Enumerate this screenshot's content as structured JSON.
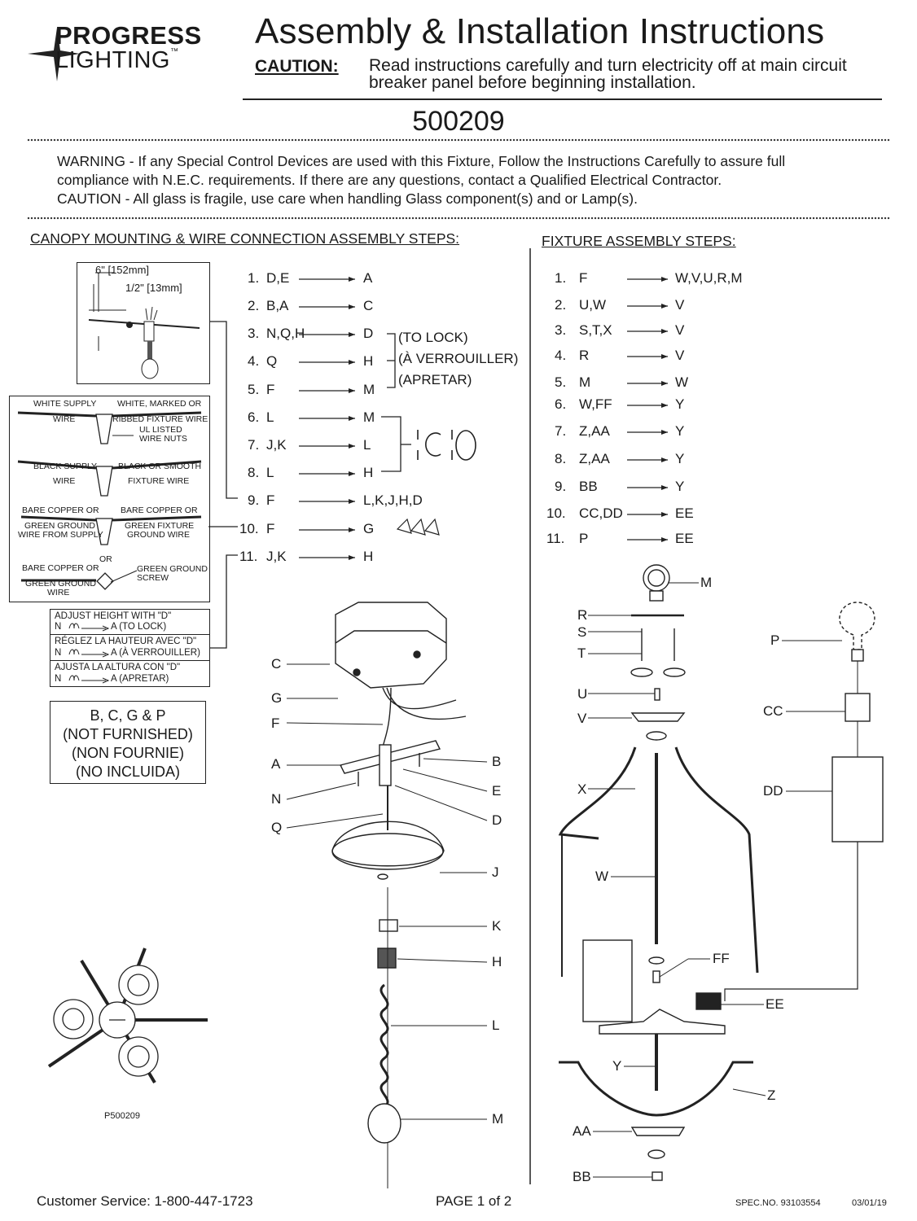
{
  "header": {
    "logo_line1": "PROGRESS",
    "logo_line2": "LIGHTING",
    "logo_tm": "™",
    "title": "Assembly & Installation Instructions",
    "caution_label": "CAUTION:",
    "caution_text": "Read instructions carefully and turn electricity off at main circuit breaker panel before beginning installation.",
    "model_number": "500209"
  },
  "warning": {
    "line1": "WARNING - If any Special Control Devices are used with this Fixture, Follow the Instructions Carefully to assure full",
    "line2": "compliance with N.E.C. requirements. If there are any questions, contact a Qualified Electrical Contractor.",
    "line3": "CAUTION - All glass is fragile, use care when handling Glass component(s) and or Lamp(s)."
  },
  "canopy_section": {
    "heading": "CANOPY MOUNTING & WIRE CONNECTION ASSEMBLY STEPS:",
    "steps": [
      {
        "num": "1.",
        "from": "D,E",
        "to": "A"
      },
      {
        "num": "2.",
        "from": "B,A",
        "to": "C"
      },
      {
        "num": "3.",
        "from": "N,Q,H",
        "to": "D"
      },
      {
        "num": "4.",
        "from": "Q",
        "to": "H"
      },
      {
        "num": "5.",
        "from": "F",
        "to": "M"
      },
      {
        "num": "6.",
        "from": "L",
        "to": "M"
      },
      {
        "num": "7.",
        "from": "J,K",
        "to": "L"
      },
      {
        "num": "8.",
        "from": "L",
        "to": "H"
      },
      {
        "num": "9.",
        "from": "F",
        "to": "L,K,J,H,D"
      },
      {
        "num": "10.",
        "from": "F",
        "to": "G"
      },
      {
        "num": "11.",
        "from": "J,K",
        "to": "H"
      }
    ],
    "lock_notes": [
      "(TO LOCK)",
      "(À VERROUILLER)",
      "(APRETAR)"
    ],
    "dim_6in": "6\" [152mm]",
    "dim_half_in": "1/2\" [13mm]",
    "wiring": {
      "white_supply": "WHITE SUPPLY",
      "wire": "WIRE",
      "white_marked": "WHITE, MARKED OR",
      "ribbed": "RIBBED FIXTURE WIRE",
      "ul_listed": "UL LISTED",
      "wire_nuts": "WIRE NUTS",
      "black_supply": "BLACK SUPPLY",
      "black_smooth": "BLACK OR SMOOTH",
      "fixture_wire": "FIXTURE WIRE",
      "bare_copper_or": "BARE COPPER OR",
      "green_ground": "GREEN GROUND",
      "wire_from_supply": "WIRE FROM SUPPLY",
      "green_fixture": "GREEN FIXTURE",
      "ground_wire": "GROUND WIRE",
      "or": "OR",
      "green_ground_wire": "WIRE",
      "green_ground_screw1": "GREEN GROUND",
      "green_ground_screw2": "SCREW"
    },
    "adjust": [
      {
        "line1": "ADJUST HEIGHT WITH \"D\"",
        "line2": "A (TO LOCK)"
      },
      {
        "line1": "RÉGLEZ LA HAUTEUR AVEC \"D\"",
        "line2": "A (À VERROUILLER)"
      },
      {
        "line1": "AJUSTA LA ALTURA CON \"D\"",
        "line2": "A (APRETAR)"
      }
    ],
    "adjust_n": "N",
    "not_furnished": [
      "B, C, G & P",
      "(NOT FURNISHED)",
      "(NON FOURNIE)",
      "(NO INCLUIDA)"
    ],
    "part_labels_left": [
      "C",
      "G",
      "F",
      "A",
      "N",
      "Q"
    ],
    "part_labels_right": [
      "B",
      "E",
      "D",
      "J",
      "K",
      "H",
      "L",
      "M"
    ],
    "drawing_id": "P500209"
  },
  "fixture_section": {
    "heading": "FIXTURE ASSEMBLY STEPS:",
    "steps": [
      {
        "num": "1.",
        "from": "F",
        "to": "W,V,U,R,M"
      },
      {
        "num": "2.",
        "from": "U,W",
        "to": "V"
      },
      {
        "num": "3.",
        "from": "S,T,X",
        "to": "V"
      },
      {
        "num": "4.",
        "from": "R",
        "to": "V"
      },
      {
        "num": "5.",
        "from": "M",
        "to": "W"
      },
      {
        "num": "6.",
        "from": "W,FF",
        "to": "Y"
      },
      {
        "num": "7.",
        "from": "Z,AA",
        "to": "Y"
      },
      {
        "num": "8.",
        "from": "Z,AA",
        "to": "Y"
      },
      {
        "num": "9.",
        "from": "BB",
        "to": "Y"
      },
      {
        "num": "10.",
        "from": "CC,DD",
        "to": "EE"
      },
      {
        "num": "11.",
        "from": "P",
        "to": "EE"
      }
    ],
    "part_labels": [
      "M",
      "R",
      "S",
      "T",
      "U",
      "V",
      "X",
      "W",
      "FF",
      "EE",
      "Y",
      "Z",
      "AA",
      "BB",
      "P",
      "CC",
      "DD"
    ]
  },
  "footer": {
    "customer_service": "Customer Service: 1-800-447-1723",
    "page": "PAGE 1 of 2",
    "spec": "SPEC.NO. 93103554",
    "date": "03/01/19"
  }
}
